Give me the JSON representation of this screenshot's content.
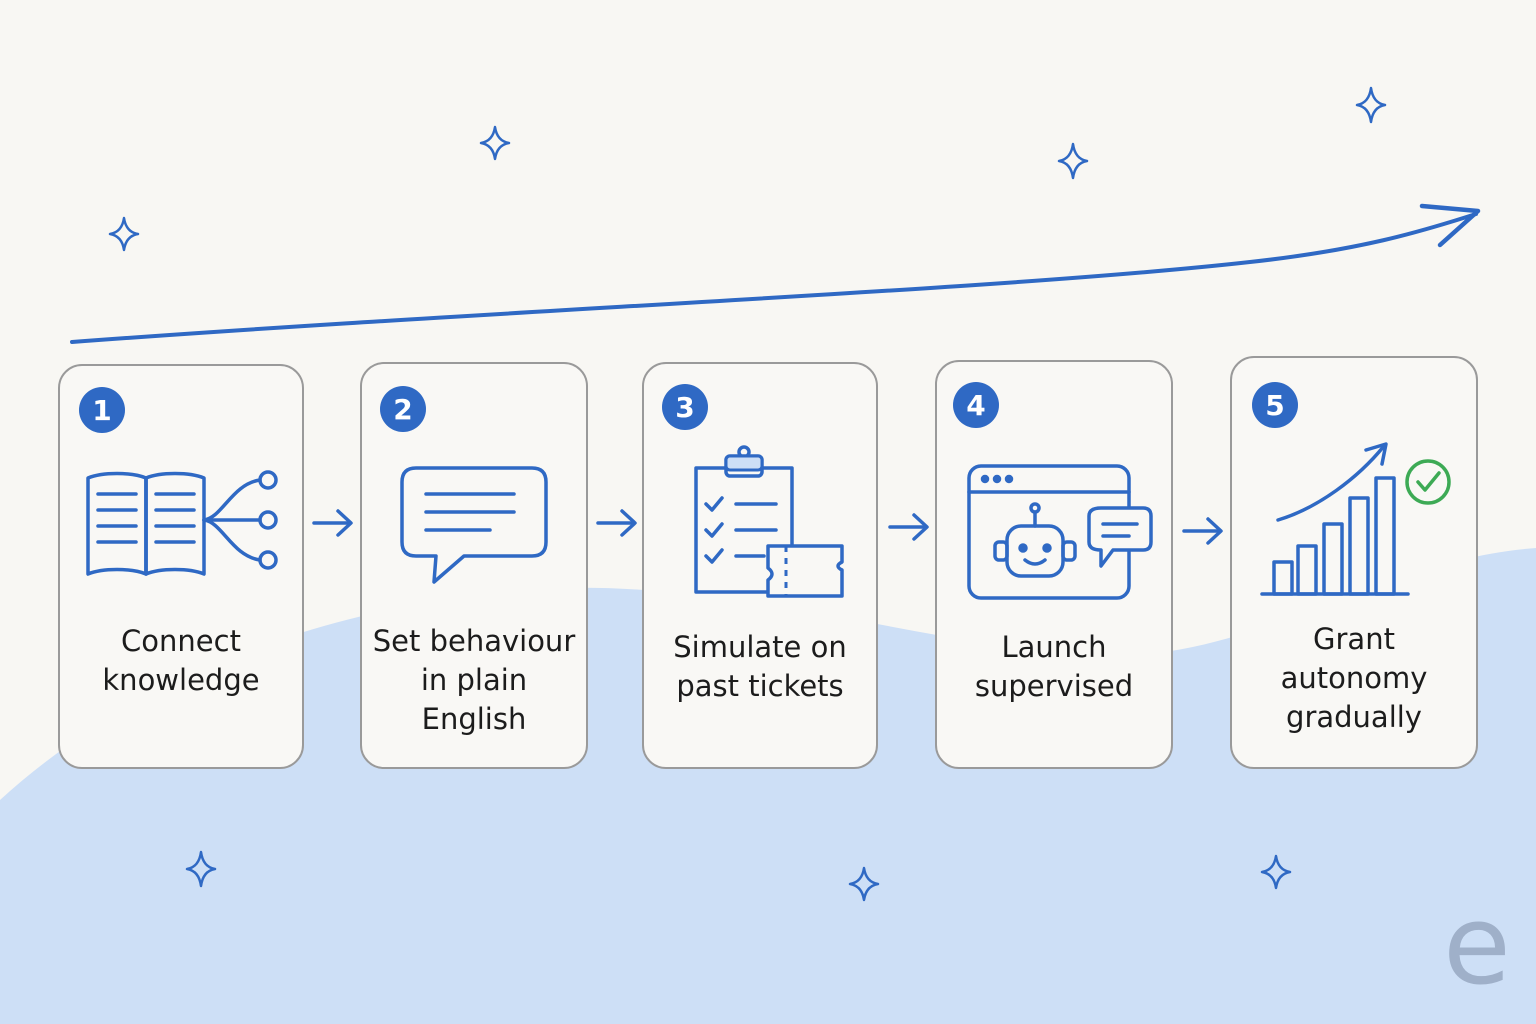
{
  "colors": {
    "accent": "#2f69c4",
    "background": "#f8f7f3",
    "wave": "#cddff6",
    "card_border": "#9a9a9a",
    "check": "#3daa55"
  },
  "steps": [
    {
      "number": "1",
      "label": "Connect\nknowledge",
      "icon": "book-network-icon"
    },
    {
      "number": "2",
      "label": "Set behaviour\nin plain\nEnglish",
      "icon": "chat-bubble-icon"
    },
    {
      "number": "3",
      "label": "Simulate on\npast tickets",
      "icon": "clipboard-ticket-icon"
    },
    {
      "number": "4",
      "label": "Launch\nsupervised",
      "icon": "browser-robot-icon"
    },
    {
      "number": "5",
      "label": "Grant\nautonomy\ngradually",
      "icon": "growth-chart-check-icon"
    }
  ],
  "logo": {
    "text": "e"
  }
}
